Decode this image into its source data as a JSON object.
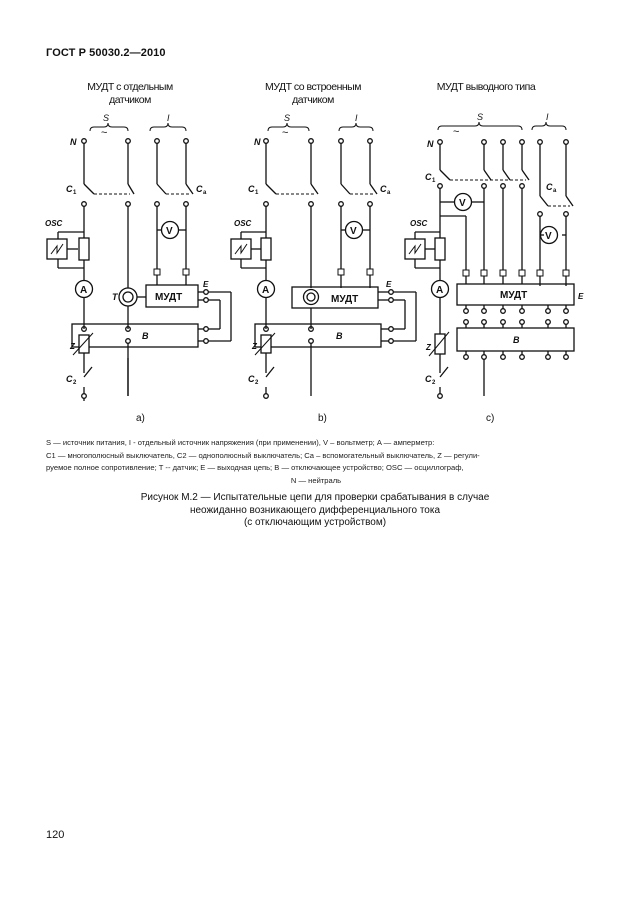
{
  "header": "ГОСТ Р 50030.2—2010",
  "panels": [
    {
      "title_l1": "МУДТ с отдельным",
      "title_l2": "датчиком",
      "letter": "a)"
    },
    {
      "title_l1": "МУДТ со встроенным",
      "title_l2": "датчиком",
      "letter": "b)"
    },
    {
      "title_l1": "МУДТ выводного типа",
      "title_l2": "",
      "letter": "c)"
    }
  ],
  "labels": {
    "S": "S",
    "I": "I",
    "N": "N",
    "C1": "C",
    "C1sub": "1",
    "C2": "C",
    "C2sub": "2",
    "Ca": "C",
    "Casub": "a",
    "OSC": "OSC",
    "A": "A",
    "V": "V",
    "T": "T",
    "Z": "Z",
    "E": "E",
    "B": "B",
    "mudt": "МУДТ",
    "tilde": "~"
  },
  "legend": {
    "line1": "S — источник питания, I - отдельный источник напряжения (при применении), V – вольтметр; A — амперметр:",
    "line2": "C1 — многополюсный выключатель, C2 — однополюсный выключатель; Ca – вспомогательный выключатель, Z — регули-",
    "line3": "руемое полное сопротивление; T -- датчик; E — выходная цепь; B — отключающее устройство; OSC — осциллограф,",
    "line4": "N — нейтраль"
  },
  "caption": {
    "line1": "Рисунок М.2 — Испытательные цепи для проверки срабатывания в случае",
    "line2": "неожиданно возникающего дифференциального тока",
    "line3": "(с отключающим устройством)"
  },
  "page_number": "120"
}
